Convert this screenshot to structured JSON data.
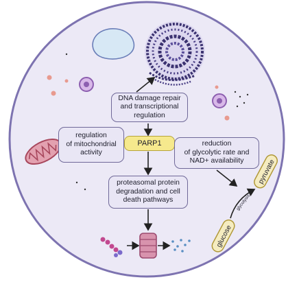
{
  "center": {
    "label": "PARP1"
  },
  "boxes": {
    "dna_repair": "DNA damage repair\nand transcriptional\nregulation",
    "mitochondria": "regulation\nof mitochondrial\nactivity",
    "glycolysis": "reduction\nof glycolytic rate and\nNAD+ availability",
    "proteasome": "proteasomal protein\ndegradation and cell\ndeath pathways"
  },
  "glycolysis_diagram": {
    "glucose": "glucose",
    "pyruvate": "pyruvate",
    "arrow_label": "glycolysis"
  },
  "colors": {
    "cell_fill": "#ece9f6",
    "cell_border": "#7d73b0",
    "box_fill": "#e9e6f5",
    "box_border": "#6f6898",
    "parp_fill": "#f6e98d",
    "nucleus": "#3b3270",
    "mitochondrion": "#c96a7e",
    "vesicle": "#d8b8e8",
    "proteasome": "#c77a95",
    "glucose_pill": "#f5ecc0"
  }
}
